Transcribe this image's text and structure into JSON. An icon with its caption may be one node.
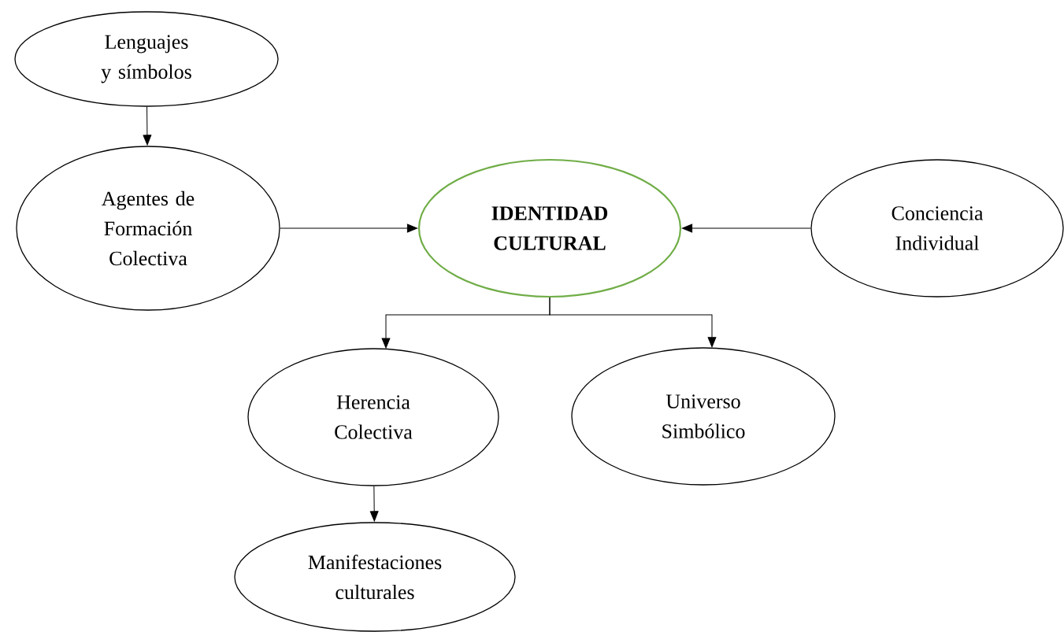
{
  "diagram": {
    "nodes": [
      {
        "text": [
          "Lenguajes y símbolos"
        ]
      },
      {
        "text": [
          "Agentes de Formación Colectiva"
        ]
      },
      {
        "text": [
          "IDENTIDAD CULTURAL"
        ]
      },
      {
        "text": [
          "Conciencia Individual"
        ]
      },
      {
        "text": [
          "Herencia Colectiva"
        ]
      },
      {
        "text": [
          "Universo Simbólico"
        ]
      },
      {
        "text": [
          "Manifestaciones culturales"
        ]
      }
    ],
    "edges": [
      {
        "from": 0,
        "to": 1,
        "arrow": "to"
      },
      {
        "from": 1,
        "to": 2,
        "arrow": "to"
      },
      {
        "from": 3,
        "to": 2,
        "arrow": "to"
      },
      {
        "from": 2,
        "to": 4,
        "arrow": "to"
      },
      {
        "from": 2,
        "to": 5,
        "arrow": "to"
      },
      {
        "from": 4,
        "to": 6,
        "arrow": "to"
      }
    ]
  }
}
